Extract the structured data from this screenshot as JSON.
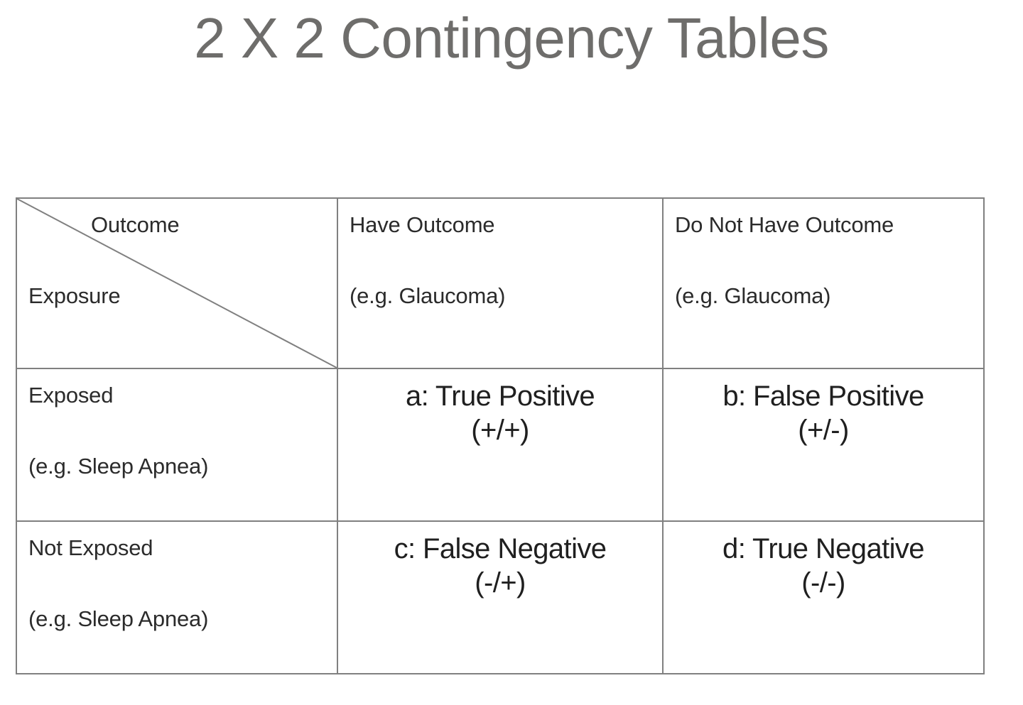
{
  "slide": {
    "title": "2 X 2 Contingency Tables",
    "title_color": "#6e6d6b",
    "background_color": "#ffffff",
    "border_color": "#808080"
  },
  "table": {
    "corner": {
      "column_axis_label": "Outcome",
      "row_axis_label": "Exposure",
      "diagonal": "top-left-to-bottom-right"
    },
    "column_headers": [
      {
        "title": "Have Outcome",
        "example": "(e.g. Glaucoma)"
      },
      {
        "title": "Do Not Have Outcome",
        "example": "(e.g. Glaucoma)"
      }
    ],
    "row_headers": [
      {
        "title": "Exposed",
        "example": "(e.g. Sleep Apnea)"
      },
      {
        "title": "Not Exposed",
        "example": "(e.g. Sleep Apnea)"
      }
    ],
    "cells": [
      [
        {
          "label": "a: True Positive",
          "notation": "(+/+)"
        },
        {
          "label": "b: False Positive",
          "notation": "(+/-)"
        }
      ],
      [
        {
          "label": "c: False Negative",
          "notation": "(-/+)"
        },
        {
          "label": "d: True Negative",
          "notation": "(-/-)"
        }
      ]
    ]
  }
}
